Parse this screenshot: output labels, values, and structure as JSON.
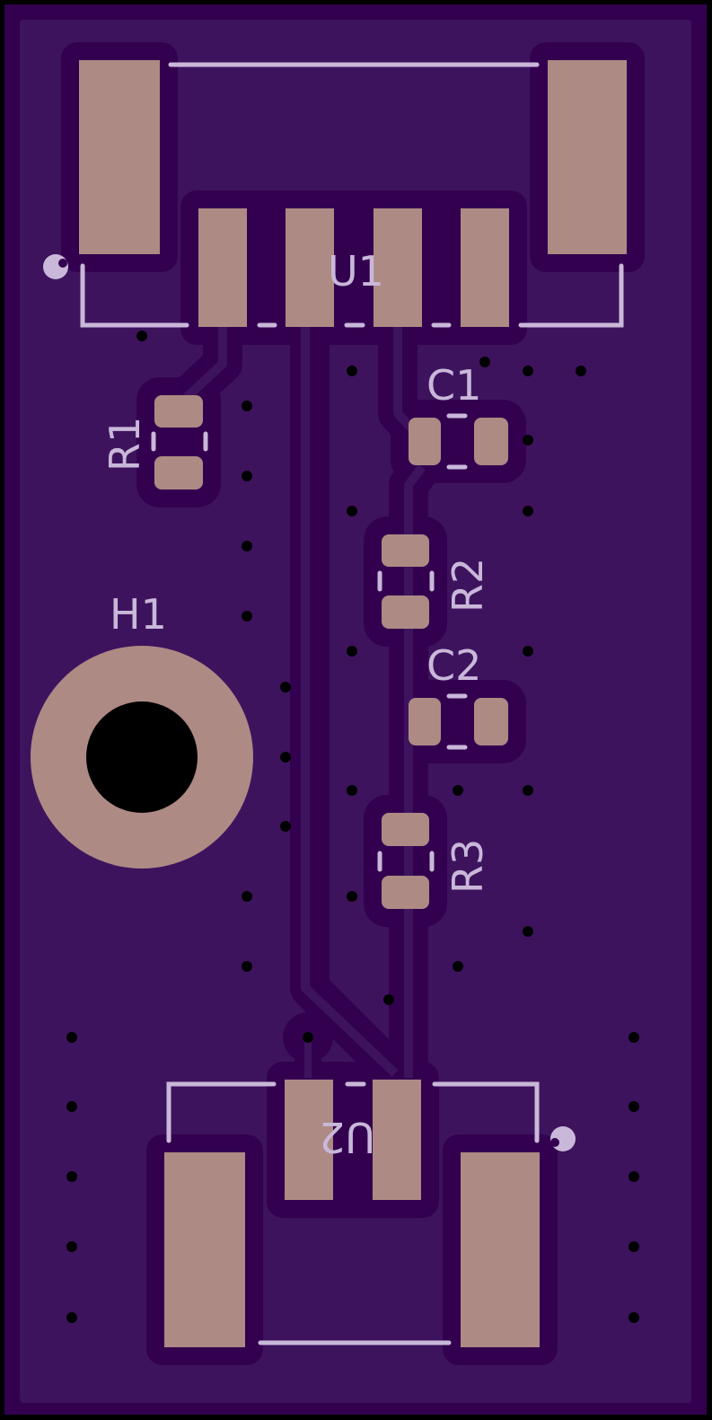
{
  "board": {
    "colors": {
      "edge": "#000000",
      "substrate": "#330050",
      "copper_pour": "#3e135e",
      "pad": "#ae8a84",
      "silkscreen": "#c9b8d9",
      "hole": "#000000"
    }
  },
  "designators": {
    "u1": "U1",
    "u2": "U2",
    "r1": "R1",
    "r2": "R2",
    "r3": "R3",
    "c1": "C1",
    "c2": "C2",
    "h1": "H1"
  }
}
